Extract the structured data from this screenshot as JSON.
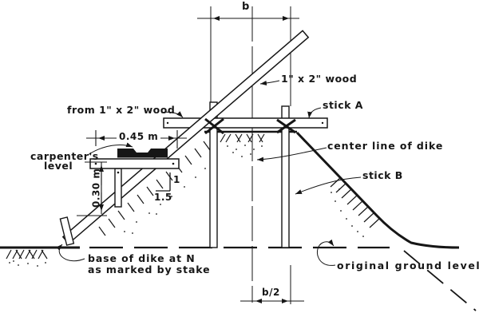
{
  "diagram": {
    "dimensions": {
      "top_width": "b",
      "half_top_width": "b/2",
      "gauge_horizontal": "0.45 m",
      "gauge_vertical": "0.30 m",
      "slope_rise": "1",
      "slope_run": "1.5"
    },
    "labels": {
      "diagonal_board": "1\" x 2\" wood",
      "crossbar_material": "from 1\" x 2\" wood",
      "stick_a": "stick A",
      "stick_b": "stick B",
      "center_line": "center line of dike",
      "carpenters_level_line1": "carpenter's",
      "carpenters_level_line2": "level",
      "base_note_line1": "base of dike at N",
      "base_note_line2": "as marked by stake",
      "ground": "original ground level"
    },
    "colors": {
      "ink": "#161616",
      "paper": "#ffffff"
    }
  }
}
